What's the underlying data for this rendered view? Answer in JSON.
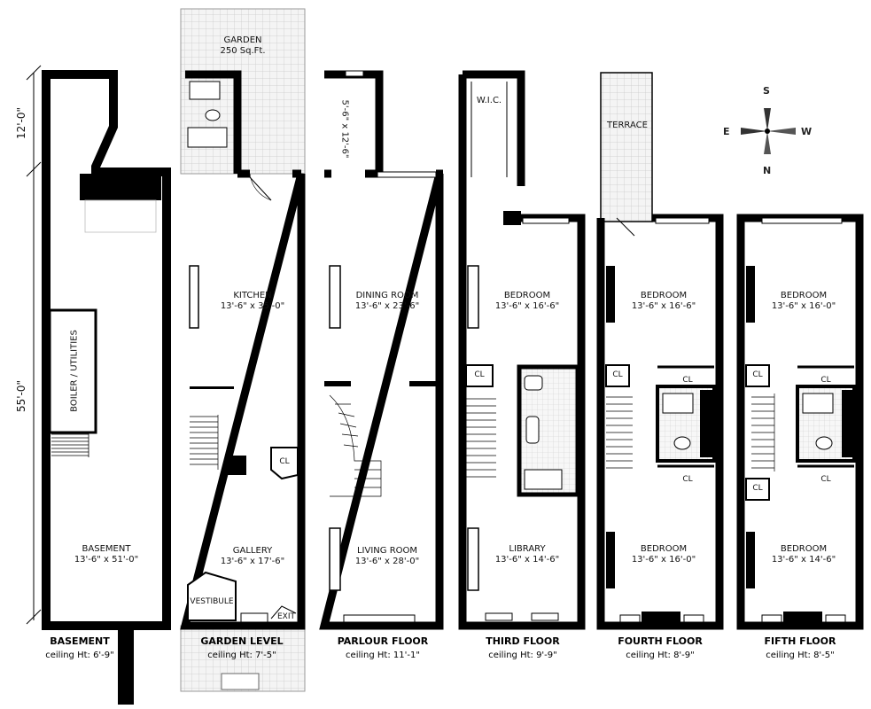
{
  "dimensions": {
    "upper": "12'-0\"",
    "lower": "55'-0\""
  },
  "compass": {
    "s": "S",
    "e": "E",
    "w": "W",
    "n": "N"
  },
  "floors": [
    {
      "title": "BASEMENT",
      "ceiling": "ceiling Ht: 6'-9\""
    },
    {
      "title": "GARDEN LEVEL",
      "ceiling": "ceiling Ht: 7'-5\""
    },
    {
      "title": "PARLOUR FLOOR",
      "ceiling": "ceiling Ht: 11'-1\""
    },
    {
      "title": "THIRD FLOOR",
      "ceiling": "ceiling Ht: 9'-9\""
    },
    {
      "title": "FOURTH FLOOR",
      "ceiling": "ceiling Ht: 8'-9\""
    },
    {
      "title": "FIFTH FLOOR",
      "ceiling": "ceiling Ht: 8'-5\""
    }
  ],
  "rooms": {
    "garden": {
      "name": "GARDEN",
      "size": "250 Sq.Ft."
    },
    "boiler": {
      "name": "BOILER / UTILITIES"
    },
    "basement": {
      "name": "BASEMENT",
      "size": "13'-6\" x 51'-0\""
    },
    "kitchen": {
      "name": "KITCHEN",
      "size": "13'-6\" x 35'-0\""
    },
    "gallery": {
      "name": "GALLERY",
      "size": "13'-6\" x 17'-6\""
    },
    "vestibule": {
      "name": "VESTIBULE"
    },
    "exit": {
      "name": "EXIT"
    },
    "parlour_rear": {
      "size": "5'-6\" x 12'-6\""
    },
    "dining": {
      "name": "DINING ROOM",
      "size": "13'-6\" x 23'-6\""
    },
    "living": {
      "name": "LIVING ROOM",
      "size": "13'-6\" x 28'-0\""
    },
    "wic": {
      "name": "W.I.C."
    },
    "third_bedroom": {
      "name": "BEDROOM",
      "size": "13'-6\" x 16'-6\""
    },
    "library": {
      "name": "LIBRARY",
      "size": "13'-6\" x 14'-6\""
    },
    "terrace": {
      "name": "TERRACE"
    },
    "fourth_bedroom_rear": {
      "name": "BEDROOM",
      "size": "13'-6\" x 16'-6\""
    },
    "fourth_bedroom_front": {
      "name": "BEDROOM",
      "size": "13'-6\" x 16'-0\""
    },
    "fifth_bedroom_rear": {
      "name": "BEDROOM",
      "size": "13'-6\" x 16'-0\""
    },
    "fifth_bedroom_front": {
      "name": "BEDROOM",
      "size": "13'-6\" x 14'-6\""
    }
  },
  "closet_label": "CL"
}
